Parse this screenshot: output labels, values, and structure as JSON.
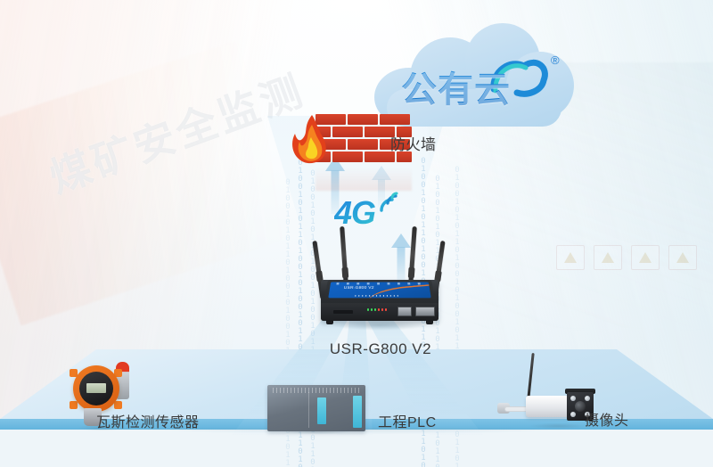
{
  "scene": {
    "title": "USR-G800 V2 4G industrial router topology",
    "background": {
      "watermark_text": "煤矿安全监测",
      "binary_texture": "01001010110100101001011010010100101101001010010110100101001011010",
      "warning_sign_count": 4
    }
  },
  "cloud": {
    "label": "公有云",
    "registered_mark": "®",
    "fill_color": "#bfdcf1",
    "text_color": "#1f7fd4"
  },
  "firewall": {
    "label": "防火墙",
    "brick_color": "#cc3b24",
    "flame_colors": [
      "#f9d423",
      "#f5821f",
      "#e2401b"
    ]
  },
  "network": {
    "technology_label": "4G",
    "signal_arcs": 3,
    "accent_color": "#1f7fe0"
  },
  "router": {
    "model_label": "USR-G800 V2",
    "antenna_count": 4,
    "panel_color": "#0f5cb8",
    "chassis_color": "#2b2e32",
    "led_colors": [
      "#3ddc5a",
      "#3ddc5a",
      "#3ddc5a",
      "#ff4a3d",
      "#ff4a3d",
      "#ff4a3d"
    ],
    "port_count": 2
  },
  "devices": [
    {
      "id": "gas-sensor",
      "label": "瓦斯检测传感器",
      "accent_color": "#ef7a22"
    },
    {
      "id": "plc",
      "label": "工程PLC",
      "accent_color": "#69737e"
    },
    {
      "id": "camera",
      "label": "摄像头",
      "accent_color": "#ffffff"
    }
  ],
  "platform": {
    "top_color": "#cfe6f5",
    "edge_color": "#69b8e0"
  }
}
